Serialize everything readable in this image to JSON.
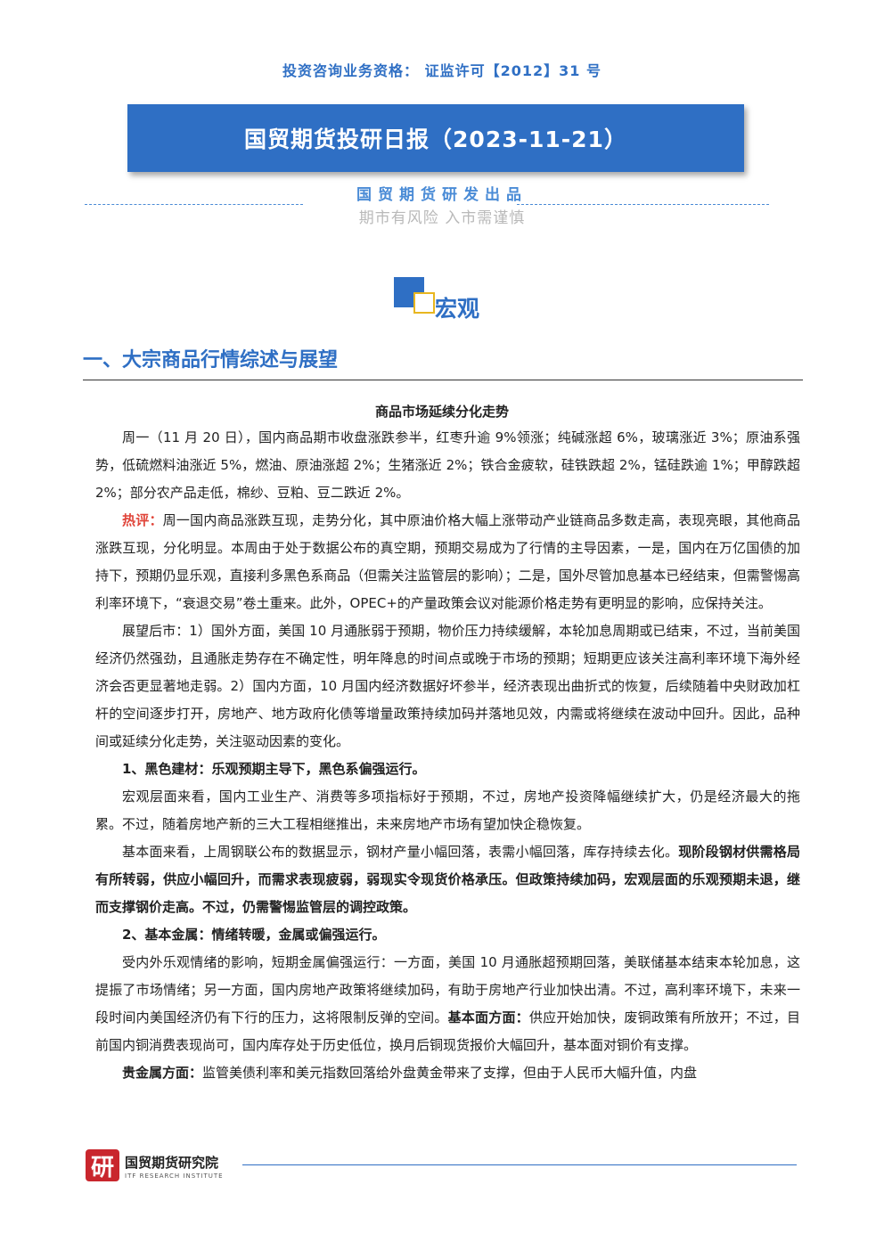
{
  "header": {
    "qualification": "投资咨询业务资格：  证监许可【2012】31 号",
    "banner_title": "国贸期货投研日报（2023-11-21）",
    "publisher": "国贸期货研发出品",
    "risk_notice": "期市有风险  入市需谨慎"
  },
  "section": {
    "title": "宏观"
  },
  "heading": "一、大宗商品行情综述与展望",
  "subheading": "商品市场延续分化走势",
  "paragraphs": {
    "p1": "周一（11 月 20 日），国内商品期市收盘涨跌参半，红枣升逾 9%领涨；纯碱涨超 6%，玻璃涨近 3%；原油系强势，低硫燃料油涨近 5%，燃油、原油涨超 2%；生猪涨近 2%；铁合金疲软，硅铁跌超 2%，锰硅跌逾 1%；甲醇跌超 2%；部分农产品走低，棉纱、豆粕、豆二跌近 2%。",
    "p2_label": "热评：",
    "p2": "周一国内商品涨跌互现，走势分化，其中原油价格大幅上涨带动产业链商品多数走高，表现亮眼，其他商品涨跌互现，分化明显。本周由于处于数据公布的真空期，预期交易成为了行情的主导因素，一是，国内在万亿国债的加持下，预期仍显乐观，直接利多黑色系商品（但需关注监管层的影响）；二是，国外尽管加息基本已经结束，但需警惕高利率环境下，“衰退交易”卷土重来。此外，OPEC+的产量政策会议对能源价格走势有更明显的影响，应保持关注。",
    "p3": "展望后市：1）国外方面，美国 10 月通胀弱于预期，物价压力持续缓解，本轮加息周期或已结束，不过，当前美国经济仍然强劲，且通胀走势存在不确定性，明年降息的时间点或晚于市场的预期；短期更应该关注高利率环境下海外经济会否更显著地走弱。2）国内方面，10 月国内经济数据好坏参半，经济表现出曲折式的恢复，后续随着中央财政加杠杆的空间逐步打开，房地产、地方政府化债等增量政策持续加码并落地见效，内需或将继续在波动中回升。因此，品种间或延续分化走势，关注驱动因素的变化。",
    "p4": "1、黑色建材：乐观预期主导下，黑色系偏强运行。",
    "p5": "宏观层面来看，国内工业生产、消费等多项指标好于预期，不过，房地产投资降幅继续扩大，仍是经济最大的拖累。不过，随着房地产新的三大工程相继推出，未来房地产市场有望加快企稳恢复。",
    "p6_a": "基本面来看，上周钢联公布的数据显示，钢材产量小幅回落，表需小幅回落，库存持续去化。",
    "p6_b": "现阶段钢材供需格局有所转弱，供应小幅回升，而需求表现疲弱，弱现实令现货价格承压。但政策持续加码，宏观层面的乐观预期未退，继而支撑钢价走高。不过，仍需警惕监管层的调控政策。",
    "p7": "2、基本金属：情绪转暖，金属或偏强运行。",
    "p8_a": "受内外乐观情绪的影响，短期金属偏强运行：一方面，美国 10 月通胀超预期回落，美联储基本结束本轮加息，这提振了市场情绪；另一方面，国内房地产政策将继续加码，有助于房地产行业加快出清。不过，高利率环境下，未来一段时间内美国经济仍有下行的压力，这将限制反弹的空间。",
    "p8_label": "基本面方面：",
    "p8_b": "供应开始加快，废铜政策有所放开；不过，目前国内铜消费表现尚可，国内库存处于历史低位，换月后铜现货报价大幅回升，基本面对铜价有支撑。",
    "p9_label": "贵金属方面：",
    "p9": "监管美债利率和美元指数回落给外盘黄金带来了支撑，但由于人民币大幅升值，内盘"
  },
  "footer": {
    "logo_char": "研",
    "name": "国贸期货研究院",
    "en_name": "ITF RESEARCH INSTITUTE"
  }
}
